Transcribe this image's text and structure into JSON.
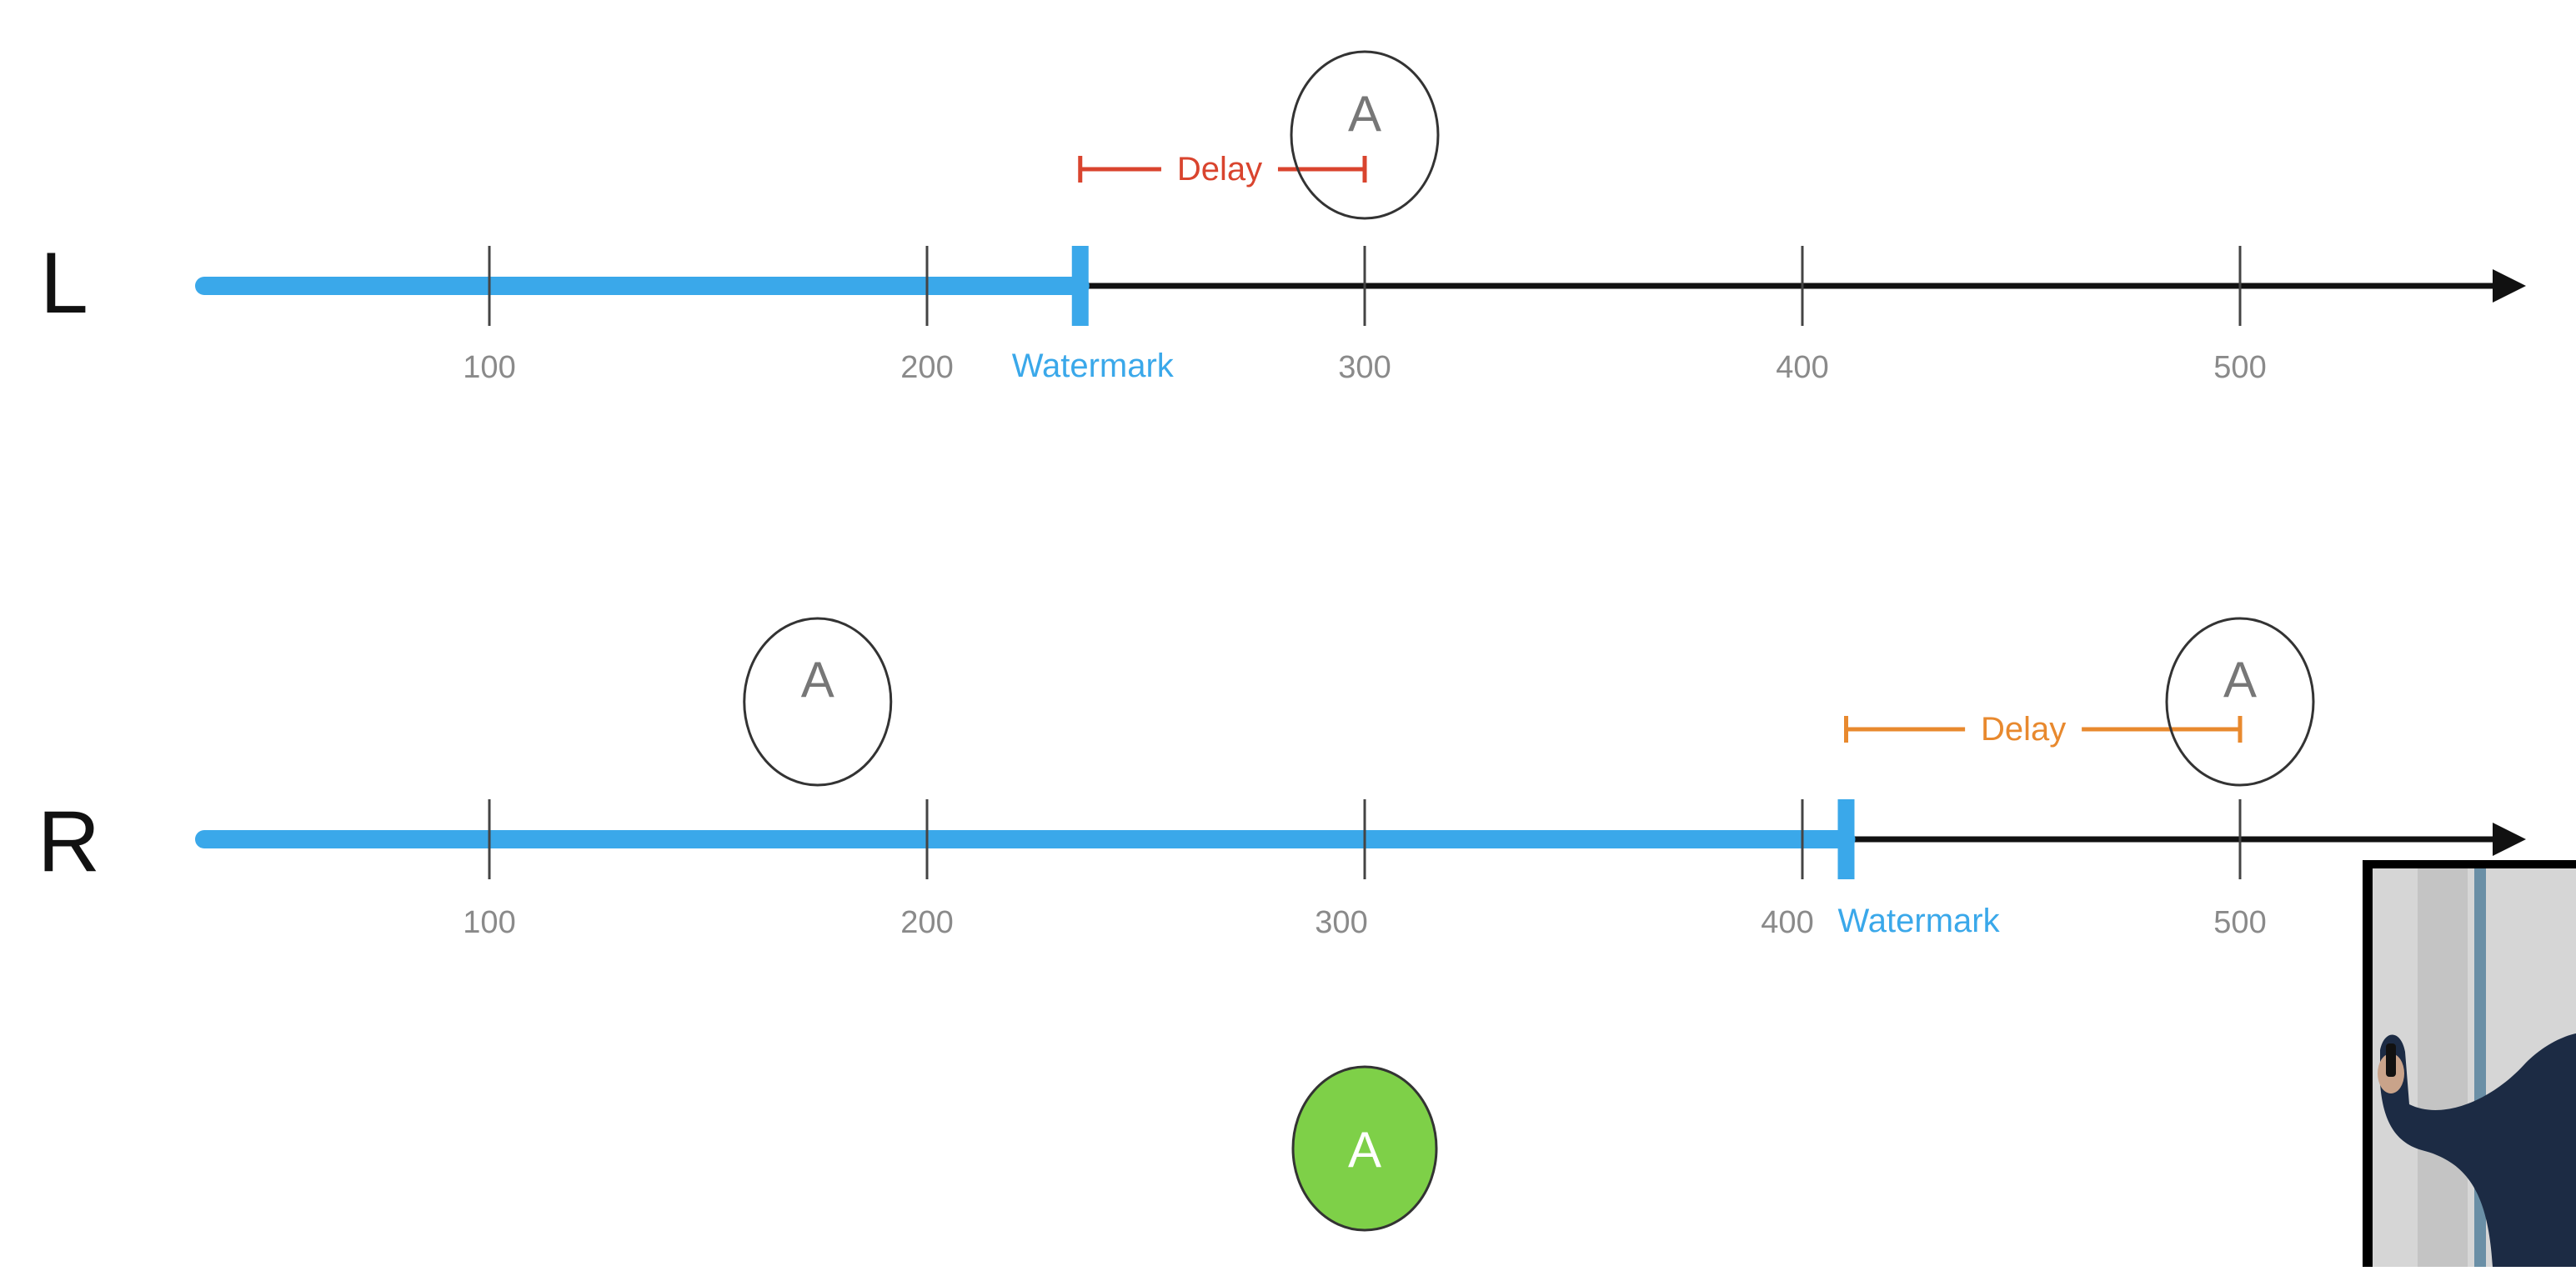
{
  "streams": [
    {
      "id": "L",
      "label": "L",
      "ticks": [
        100,
        200,
        300,
        400,
        500
      ],
      "watermark": {
        "value": 235,
        "label": "Watermark"
      },
      "delay": {
        "from": 235,
        "to": 300,
        "label": "Delay",
        "color": "#d9442e"
      },
      "events": [
        {
          "value": 300,
          "label": "A"
        }
      ]
    },
    {
      "id": "R",
      "label": "R",
      "ticks": [
        100,
        200,
        300,
        400,
        500
      ],
      "watermark": {
        "value": 410,
        "label": "Watermark"
      },
      "delay": {
        "from": 410,
        "to": 500,
        "label": "Delay",
        "color": "#e8892e"
      },
      "events": [
        {
          "value": 175,
          "label": "A"
        },
        {
          "value": 500,
          "label": "A"
        }
      ]
    }
  ],
  "joined_event": {
    "value": 300,
    "label": "A",
    "color": "#7ed048"
  },
  "colors": {
    "processed": "#3aa8ea",
    "axis": "#111111",
    "tick": "#444444",
    "tick_label": "#8a8a8a",
    "event_outline": "#333333"
  },
  "webcam_thumbnail": {
    "icon": "presenter-video-thumbnail"
  }
}
